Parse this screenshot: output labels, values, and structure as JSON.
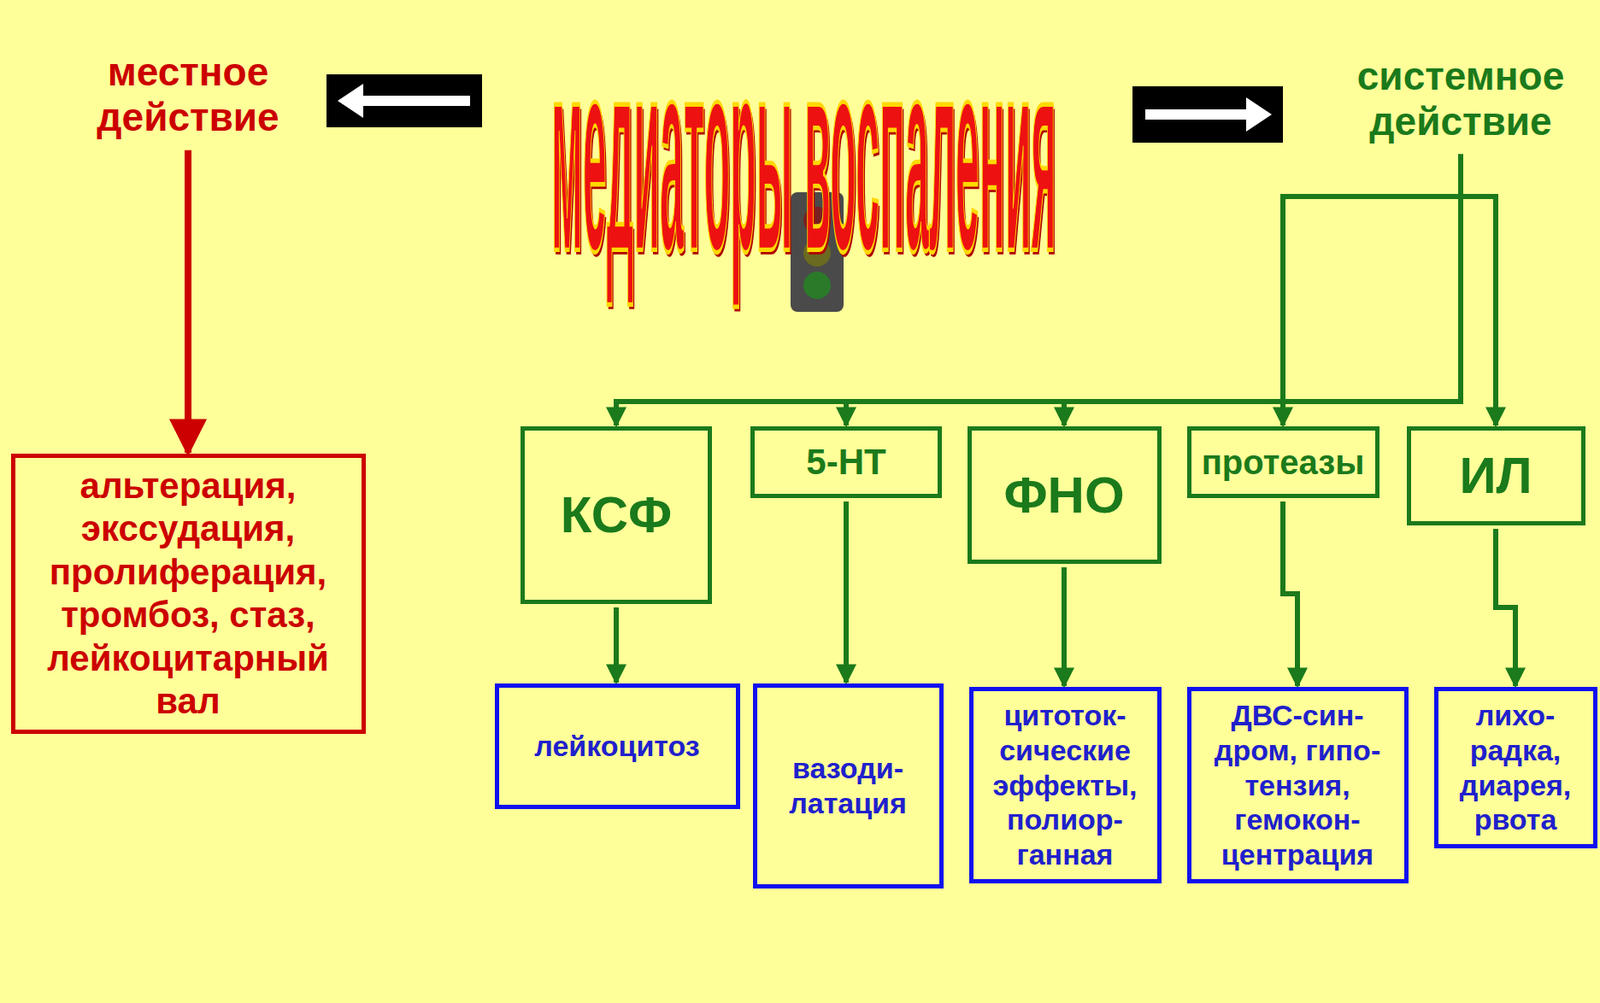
{
  "diagram": {
    "title": "медиаторы воспаления",
    "nodes": [
      {
        "text": [
          "местное действие"
        ]
      },
      {
        "text": [
          "системное действие"
        ]
      },
      {
        "text": [
          "альтерация, экссудация, пролиферация, тромбоз, стаз, лейкоцитарный вал"
        ]
      },
      {
        "text": [
          "КСФ"
        ]
      },
      {
        "text": [
          "5-НТ"
        ]
      },
      {
        "text": [
          "ФНО"
        ]
      },
      {
        "text": [
          "протеазы"
        ]
      },
      {
        "text": [
          "ИЛ"
        ]
      },
      {
        "text": [
          "лейкоцитоз"
        ]
      },
      {
        "text": [
          "вазоди-латация"
        ]
      },
      {
        "text": [
          "цитоток-сические эффекты, полиор-ганная"
        ]
      },
      {
        "text": [
          "ДВС-син-дром, гипо-тензия, гемокон-центрация"
        ]
      },
      {
        "text": [
          "лихо-радка, диарея, рвота"
        ]
      }
    ],
    "edges": [
      {
        "from": 0,
        "to": 2,
        "arrow": "to"
      },
      {
        "from": 1,
        "to": 3,
        "arrow": "to"
      },
      {
        "from": 1,
        "to": 4,
        "arrow": "to"
      },
      {
        "from": 1,
        "to": 5,
        "arrow": "to"
      },
      {
        "from": 1,
        "to": 6,
        "arrow": "to"
      },
      {
        "from": 1,
        "to": 7,
        "arrow": "to"
      },
      {
        "from": 3,
        "to": 8,
        "arrow": "to"
      },
      {
        "from": 4,
        "to": 9,
        "arrow": "to"
      },
      {
        "from": 5,
        "to": 10,
        "arrow": "to"
      },
      {
        "from": 6,
        "to": 11,
        "arrow": "to"
      },
      {
        "from": 7,
        "to": 12,
        "arrow": "to"
      }
    ]
  }
}
